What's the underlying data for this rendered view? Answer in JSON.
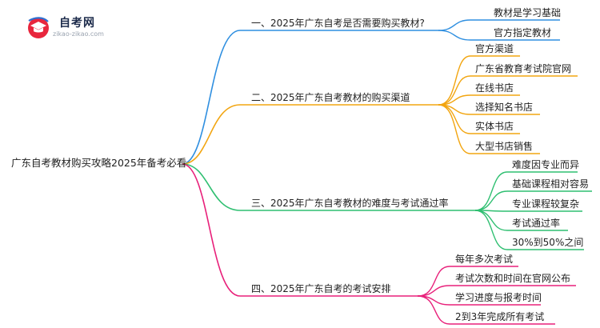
{
  "logo": {
    "name": "自考网",
    "url": "zikao-zikao.com"
  },
  "colors": {
    "blue": "#2f8fe0",
    "orange": "#f2a510",
    "green": "#2fbf71",
    "pink": "#e8207a"
  },
  "root": "广东自考教材购买攻略2025年备考必看",
  "branches": [
    {
      "title": "一、2025年广东自考是否需要购买教材?",
      "leaves": [
        "教材是学习基础",
        "官方指定教材"
      ]
    },
    {
      "title": "二、2025年广东自考教材的购买渠道",
      "leaves": [
        "官方渠道",
        "广东省教育考试院官网",
        "在线书店",
        "选择知名书店",
        "实体书店",
        "大型书店销售"
      ]
    },
    {
      "title": "三、2025年广东自考教材的难度与考试通过率",
      "leaves": [
        "难度因专业而异",
        "基础课程相对容易",
        "专业课程较复杂",
        "考试通过率",
        "30%到50%之间"
      ]
    },
    {
      "title": "四、2025年广东自考的考试安排",
      "leaves": [
        "每年多次考试",
        "考试次数和时间在官网公布",
        "学习进度与报考时间",
        "2到3年完成所有考试"
      ]
    }
  ]
}
